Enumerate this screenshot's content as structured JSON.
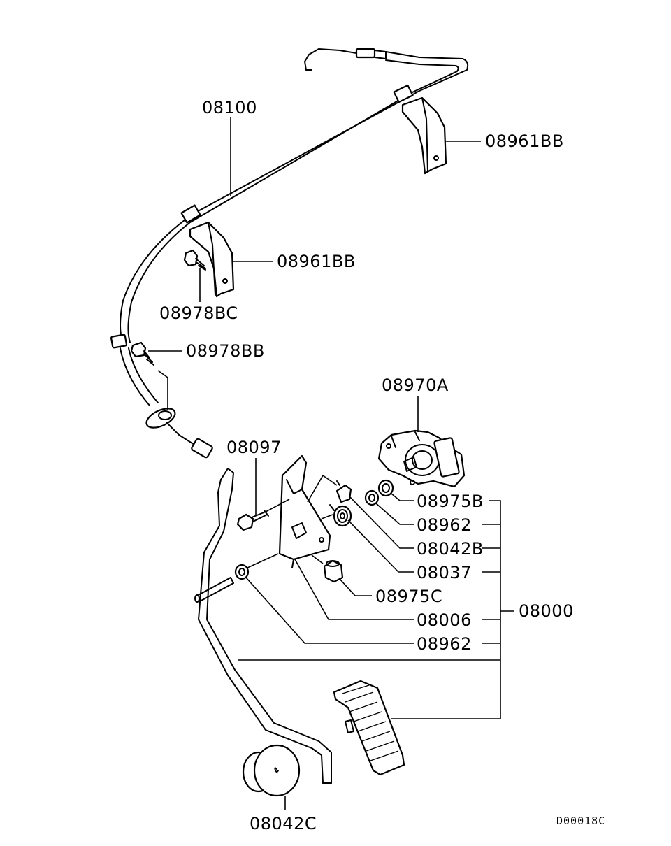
{
  "diagram_code": "D00018C",
  "labels": {
    "p08100": "08100",
    "p08961bb_top": "08961BB",
    "p08961bb_mid": "08961BB",
    "p08978bc": "08978BC",
    "p08978bb": "08978BB",
    "p08970a": "08970A",
    "p08097": "08097",
    "p08975b": "08975B",
    "p08962_a": "08962",
    "p08042b": "08042B",
    "p08037": "08037",
    "p08975c": "08975C",
    "p08006": "08006",
    "p08962_b": "08962",
    "p08000": "08000",
    "p08042c": "08042C"
  }
}
